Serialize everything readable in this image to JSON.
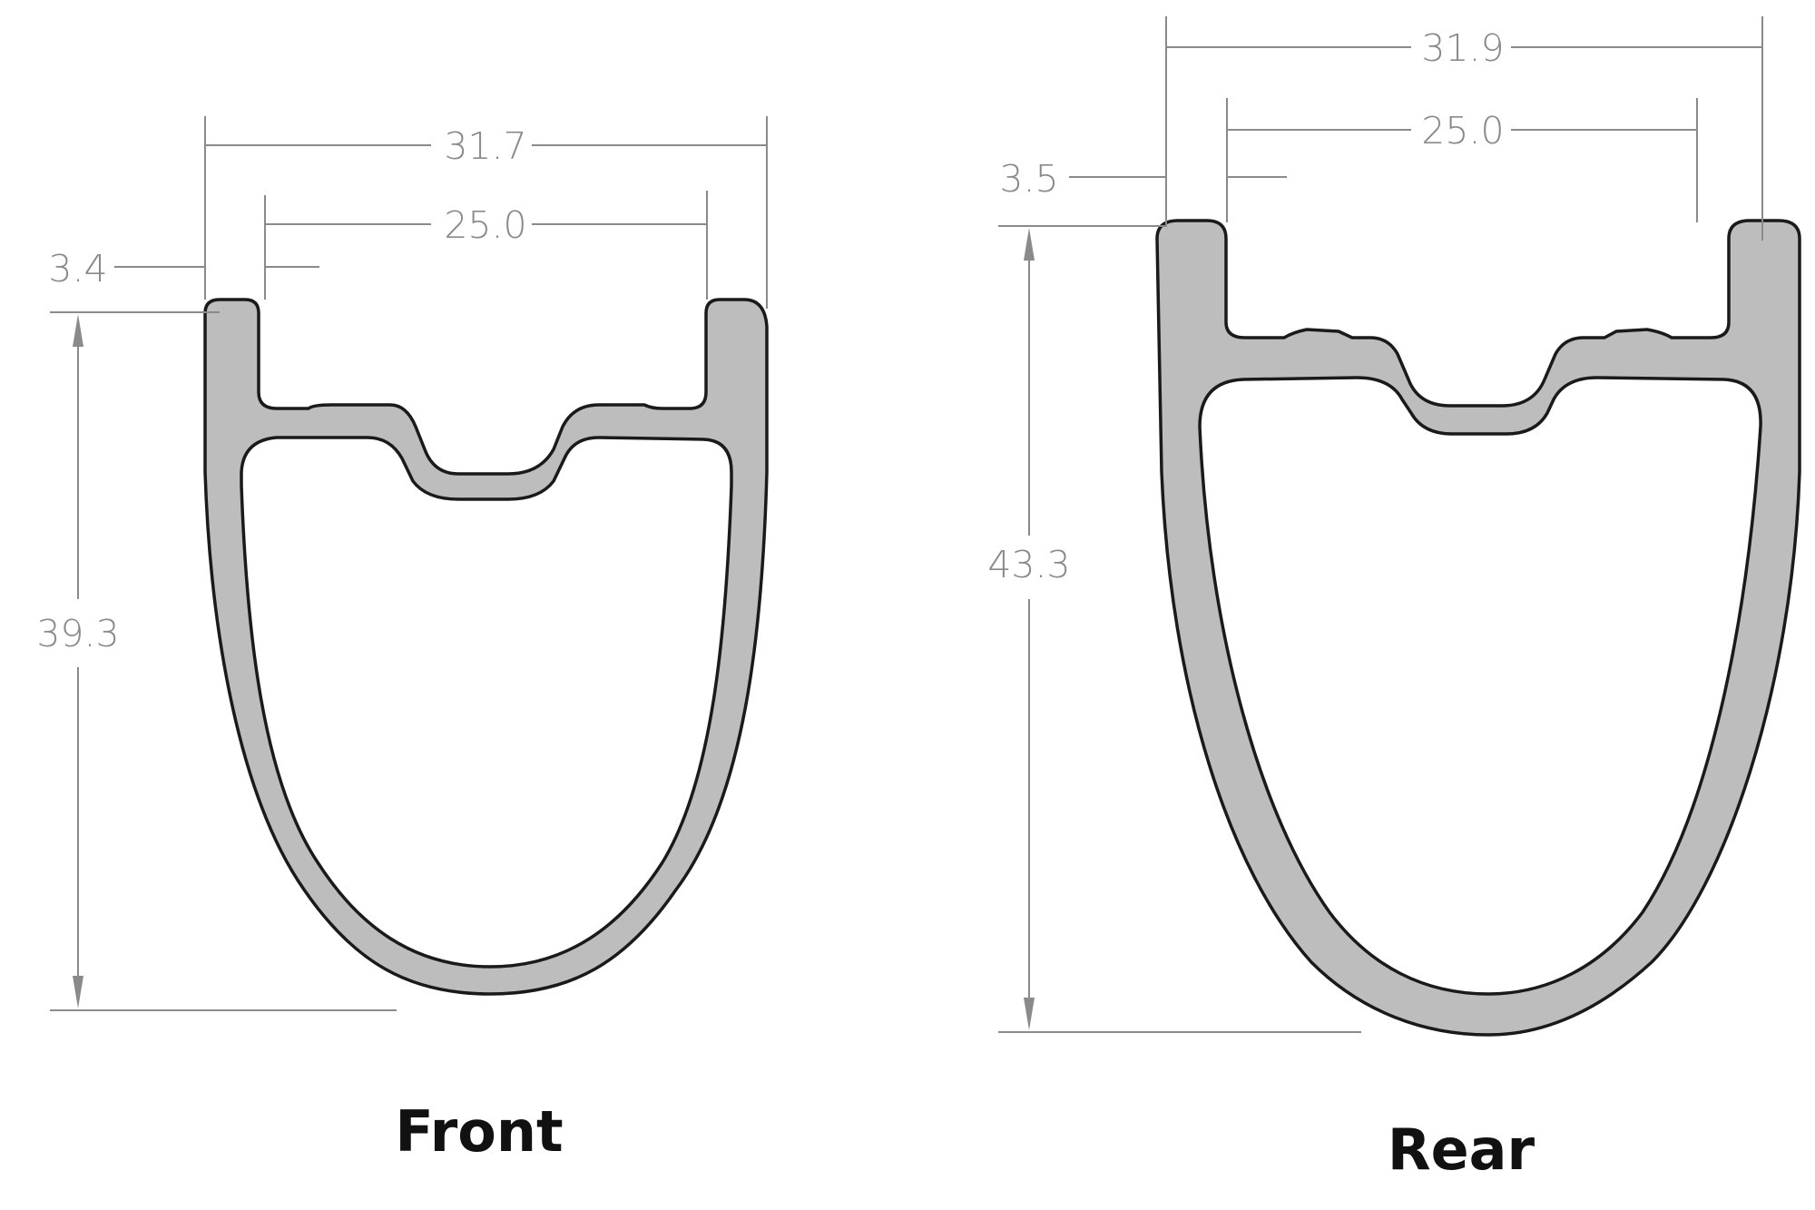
{
  "colors": {
    "rim_fill": "#bdbdbd",
    "rim_outline": "#1a1a1a",
    "dimension": "#8a8a8a",
    "caption": "#111111"
  },
  "front": {
    "caption": "Front",
    "outer_width": "31.7",
    "inner_width": "25.0",
    "wall": "3.4",
    "depth": "39.3"
  },
  "rear": {
    "caption": "Rear",
    "outer_width": "31.9",
    "inner_width": "25.0",
    "wall": "3.5",
    "depth": "43.3"
  }
}
